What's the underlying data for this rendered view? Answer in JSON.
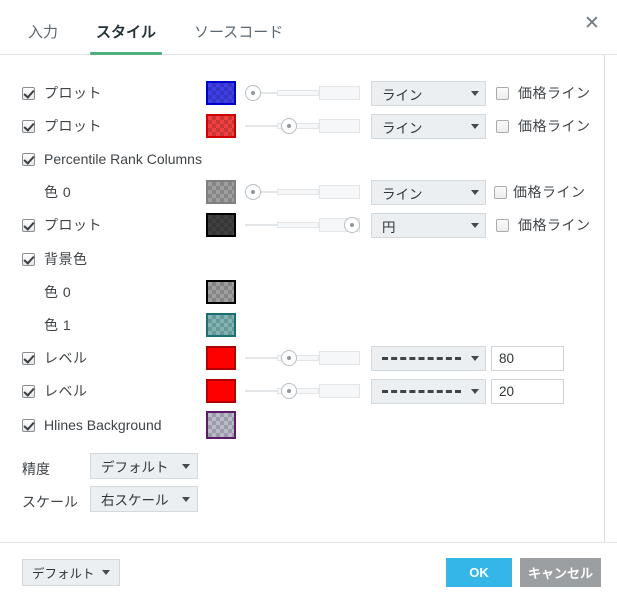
{
  "window": {
    "close_icon": "close-icon"
  },
  "tabs": [
    {
      "label": "入力",
      "active": false
    },
    {
      "label": "スタイル",
      "active": true
    },
    {
      "label": "ソースコード",
      "active": false
    }
  ],
  "colors": {
    "accent_tab_underline": "#4caf7d",
    "ok_button": "#35b6e8",
    "cancel_button": "#9b9fa2"
  },
  "rows": [
    {
      "id": "plot-1",
      "checkbox": "checked",
      "label": "プロット",
      "swatch_color": "#3f3fe8",
      "swatch_border": "#0000cd",
      "slider_value": 0,
      "style_select": "ライン",
      "price_line_label": "価格ライン",
      "price_line_checked": false
    },
    {
      "id": "plot-2",
      "checkbox": "checked",
      "label": "プロット",
      "swatch_color": "#f04040",
      "swatch_border": "#d00000",
      "slider_value": 35,
      "style_select": "ライン",
      "price_line_label": "価格ライン",
      "price_line_checked": false
    },
    {
      "id": "percentile-rank-columns",
      "checkbox": "checked",
      "label": "Percentile Rank Columns"
    },
    {
      "id": "color-0-prc",
      "checkbox": "none",
      "label": "色 0",
      "swatch_color": "#9e9e9e",
      "swatch_border": "#808080",
      "slider_value": 0,
      "style_select": "ライン",
      "price_line_label": "価格ライン",
      "price_line_checked": false
    },
    {
      "id": "plot-3",
      "checkbox": "checked",
      "label": "プロット",
      "swatch_color": "#404040",
      "swatch_border": "#000000",
      "slider_value": 100,
      "style_select": "円",
      "price_line_label": "価格ライン",
      "price_line_checked": false
    },
    {
      "id": "background-color",
      "checkbox": "checked",
      "label": "背景色"
    },
    {
      "id": "color-0-bg",
      "checkbox": "none",
      "label": "色 0",
      "swatch_color": "#9e9e9e",
      "swatch_border": "#000000"
    },
    {
      "id": "color-1-bg",
      "checkbox": "none",
      "label": "色 1",
      "swatch_color": "#7fb4b4",
      "swatch_border": "#1b7070"
    },
    {
      "id": "level-1",
      "checkbox": "checked",
      "label": "レベル",
      "swatch_color": "#ff0000",
      "swatch_border": "#b00000",
      "solid": true,
      "slider_value": 35,
      "style_select": "dashed-line",
      "value": "80"
    },
    {
      "id": "level-2",
      "checkbox": "checked",
      "label": "レベル",
      "swatch_color": "#ff0000",
      "swatch_border": "#b00000",
      "solid": true,
      "slider_value": 35,
      "style_select": "dashed-line",
      "value": "20"
    },
    {
      "id": "hlines-background",
      "checkbox": "checked",
      "label": "Hlines Background",
      "swatch_color": "#b9b9c9",
      "swatch_border": "#5b1b66"
    }
  ],
  "precision": {
    "label": "精度",
    "value": "デフォルト"
  },
  "scale": {
    "label": "スケール",
    "value": "右スケール"
  },
  "footer": {
    "defaults_label": "デフォルト",
    "ok_label": "OK",
    "cancel_label": "キャンセル"
  }
}
